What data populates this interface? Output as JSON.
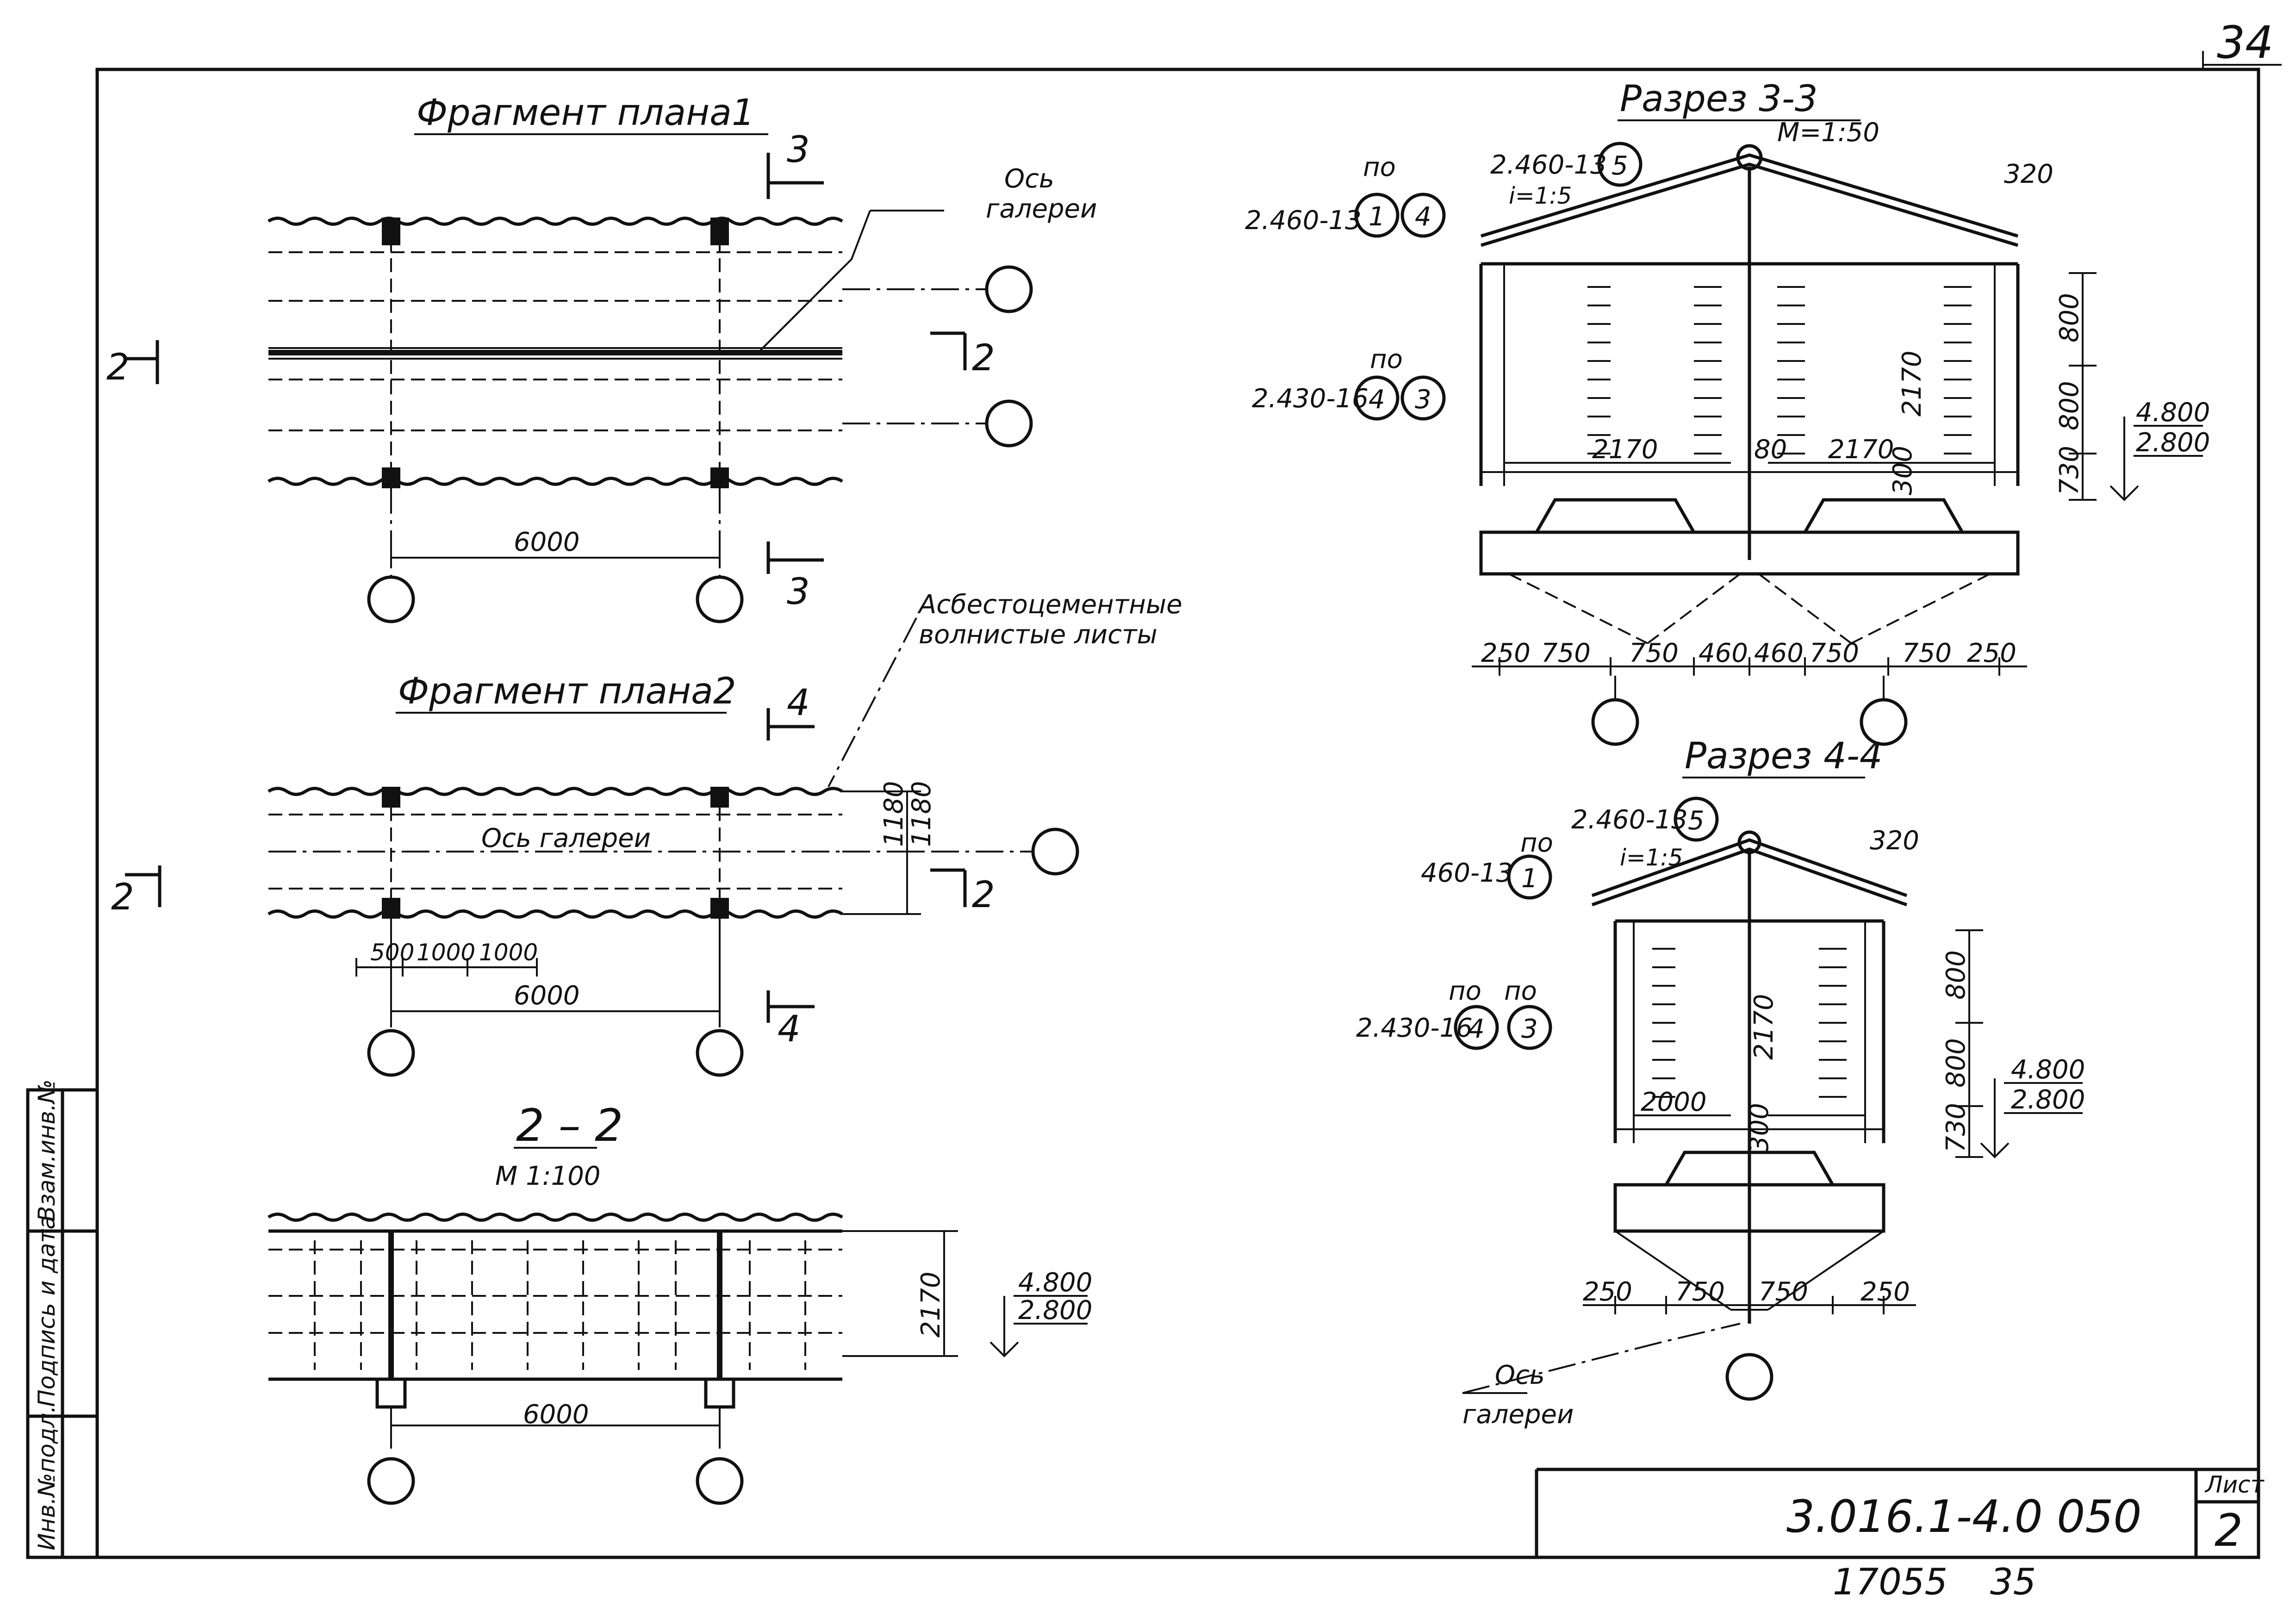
{
  "sheet": {
    "page_number": "34",
    "bottom_numbers": [
      "17055",
      "35"
    ],
    "stamp": {
      "code": "3.016.1-4.0 050",
      "sheet_label": "Лист",
      "sheet_number": "2"
    },
    "side_stamp": [
      "Инв.№подл.",
      "Подпись и дата",
      "Взам.инв.№"
    ]
  },
  "plan1": {
    "title": "Фрагмент плана1",
    "axis_note": [
      "Ось",
      "галереи"
    ],
    "dim_6000": "6000",
    "cut_2": "2",
    "cut_3": "3"
  },
  "plan2": {
    "title": "Фрагмент плана2",
    "axis_note": "Ось галереи",
    "leader_note": [
      "Асбестоцементные",
      "волнистые листы"
    ],
    "dims_right": [
      "1180",
      "1180"
    ],
    "dims_bottom": [
      "500",
      "1000",
      "1000"
    ],
    "dim_6000": "6000",
    "cut_2": "2",
    "cut_4": "4"
  },
  "section22": {
    "title": "2 – 2",
    "scale": "М 1:100",
    "dim_2170": "2170",
    "level_top": "4.800",
    "level_bottom": "2.800",
    "dim_6000": "6000"
  },
  "section33": {
    "title": "Разрез 3-3",
    "scale": "М=1:50",
    "ref_top": "2.460-13",
    "ref_top_num": "5",
    "ref_left": "2.460-13",
    "ref_left_nums": [
      "1",
      "4"
    ],
    "ref_left_po": "по",
    "slope": "i=1:5",
    "dim_320": "320",
    "ref_mid": "2.430-16",
    "ref_mid_po": "по",
    "ref_mid_nums": [
      "4",
      "3"
    ],
    "dims_right": [
      "800",
      "800",
      "730"
    ],
    "dims_inner": [
      "2170",
      "80",
      "2170",
      "2170",
      "300"
    ],
    "level_top": "4.800",
    "level_bottom": "2.800",
    "dims_bottom": [
      "250",
      "750",
      "750",
      "460",
      "460",
      "750",
      "750",
      "250"
    ]
  },
  "section44": {
    "title": "Разрез 4-4",
    "ref_top": "2.460-13",
    "ref_top_num": "5",
    "ref_left": "460-13",
    "ref_left_po": "по",
    "ref_left_num": "1",
    "slope": "i=1:5",
    "dim_320": "320",
    "ref_mid": "2.430-16",
    "ref_mid_po": [
      "по",
      "по"
    ],
    "ref_mid_nums": [
      "4",
      "3"
    ],
    "dims_right": [
      "800",
      "800",
      "730"
    ],
    "dims_inner": [
      "2170",
      "2000",
      "300"
    ],
    "level_top": "4.800",
    "level_bottom": "2.800",
    "dims_bottom": [
      "250",
      "750",
      "750",
      "250"
    ],
    "axis_note": [
      "Ось",
      "галереи"
    ]
  }
}
